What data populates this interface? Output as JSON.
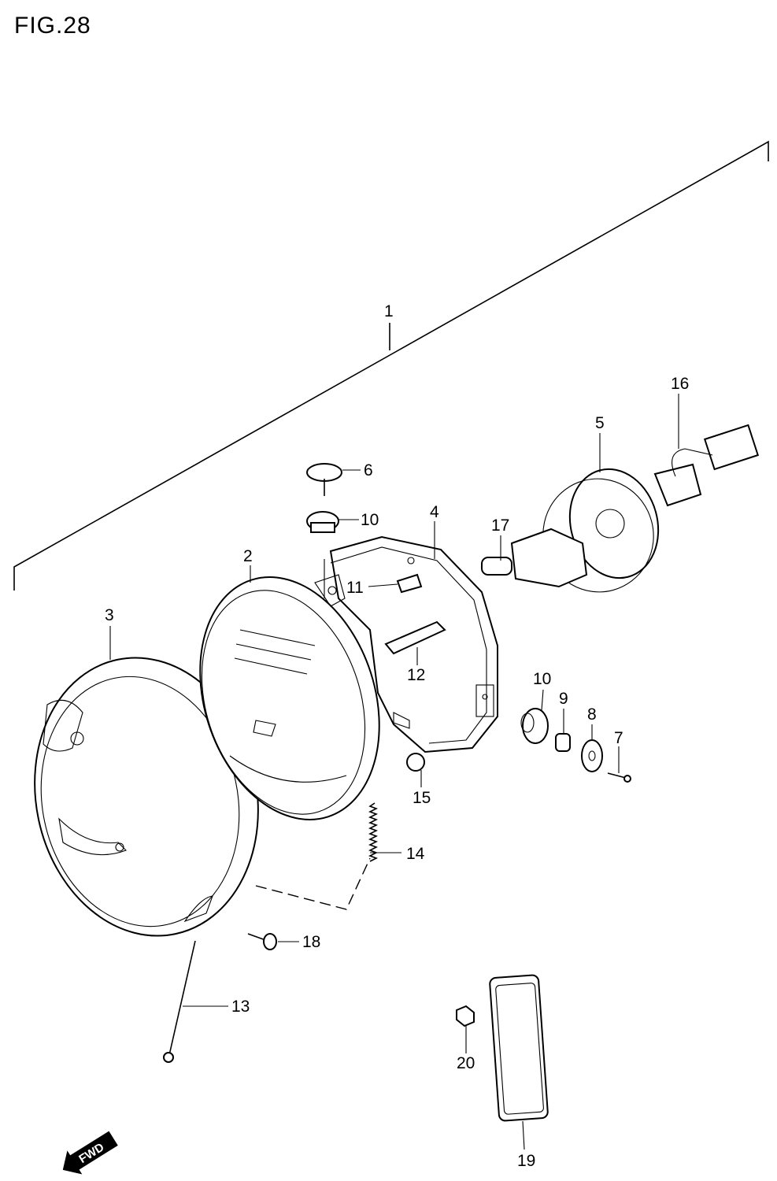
{
  "figure": {
    "title": "FIG.28"
  },
  "callouts": [
    "1",
    "2",
    "3",
    "4",
    "5",
    "6",
    "7",
    "8",
    "9",
    "10",
    "10",
    "11",
    "12",
    "13",
    "14",
    "15",
    "16",
    "17",
    "18",
    "19",
    "20"
  ],
  "badge": {
    "fwd_label": "FWD"
  }
}
